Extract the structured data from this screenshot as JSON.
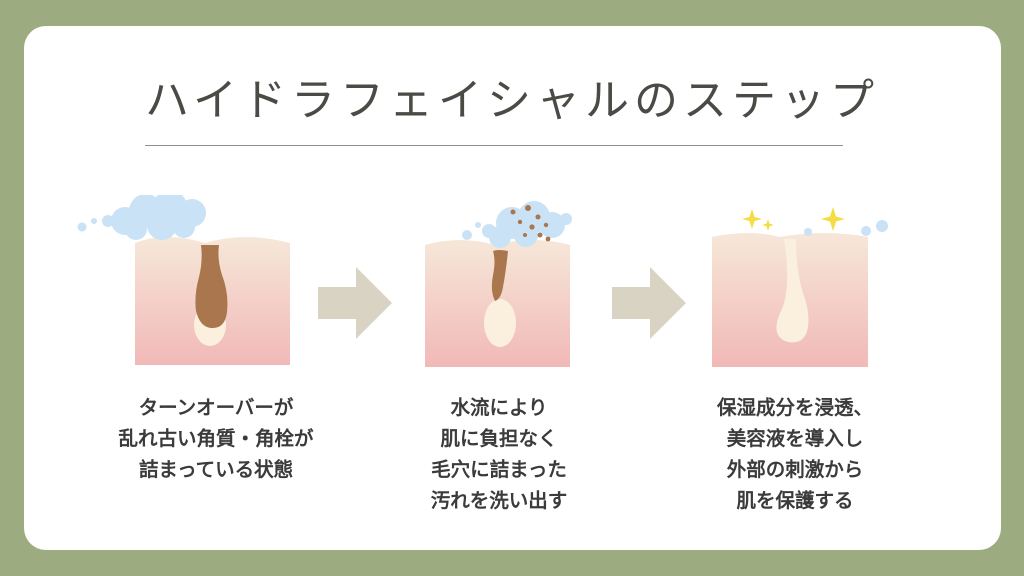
{
  "title": "ハイドラフェイシャルのステップ",
  "colors": {
    "background": "#9dab80",
    "card": "#ffffff",
    "title": "#4b4a45",
    "skin_top": "#f6e7d9",
    "skin_bottom": "#f1b9b7",
    "debris": "#a9764d",
    "bubbles": "#c9e2f5",
    "sparkle": "#f4dc42",
    "arrow": "#d8d3c2"
  },
  "steps": [
    {
      "icons": [
        "skin-cross-section-icon",
        "sebum-plug-icon",
        "foam-bubbles-icon"
      ],
      "lines": [
        "ターンオーバーが",
        "乱れ古い角質・角栓が",
        "詰まっている状態"
      ]
    },
    {
      "icons": [
        "skin-cross-section-icon",
        "water-flow-icon",
        "debris-particles-icon"
      ],
      "lines": [
        "水流により",
        "肌に負担なく",
        "毛穴に詰まった",
        "汚れを洗い出す"
      ]
    },
    {
      "icons": [
        "skin-cross-section-icon",
        "clean-pore-icon",
        "sparkle-icon"
      ],
      "lines": [
        "保湿成分を浸透、",
        "美容液を導入し",
        "外部の刺激から",
        "肌を保護する"
      ]
    }
  ]
}
